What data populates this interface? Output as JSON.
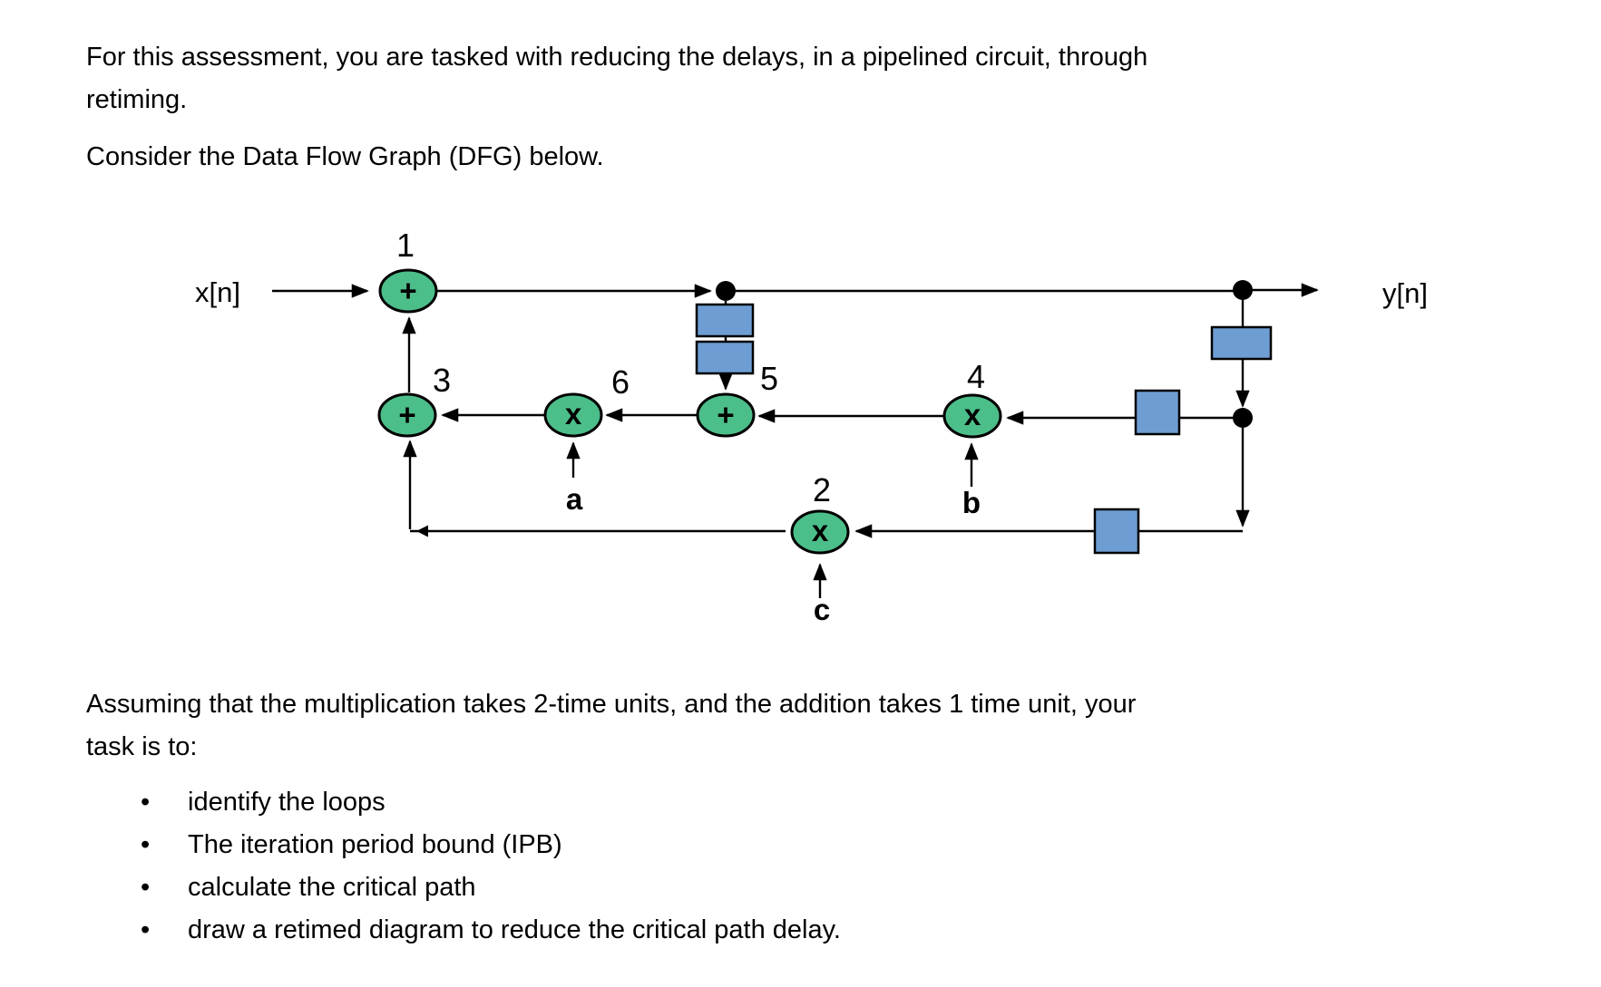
{
  "page": {
    "background": "#FFFFFF",
    "text_color": "#000000"
  },
  "intro": {
    "lines": [
      "For this assessment, you are tasked with reducing the delays, in a pipelined circuit, through",
      "retiming."
    ]
  },
  "consider_line": "Consider the Data Flow Graph (DFG) below.",
  "assumption": {
    "lines": [
      "Assuming that the multiplication takes 2-time units, and the addition takes 1 time unit, your",
      "task is to:"
    ]
  },
  "task_list": {
    "marker": "•",
    "items": [
      "identify the loops",
      "The iteration period bound (IPB)",
      "calculate the critical path",
      "draw a retimed diagram to reduce the critical path delay."
    ]
  },
  "diagram": {
    "input_label": "x[n]",
    "output_label": "y[n]",
    "nodes": {
      "n1": {
        "label": "1",
        "op": "+"
      },
      "n2": {
        "label": "2",
        "op": "x"
      },
      "n3": {
        "label": "3",
        "op": "+"
      },
      "n4": {
        "label": "4",
        "op": "x"
      },
      "n5": {
        "label": "5",
        "op": "+"
      },
      "n6": {
        "label": "6",
        "op": "x"
      }
    },
    "coefficients": {
      "a": "a",
      "b": "b",
      "c": "c"
    },
    "delay_register_count": 5,
    "colors": {
      "node_fill": "#4CBE8A",
      "node_stroke": "#000000",
      "delay_fill": "#6D9DD3",
      "delay_stroke": "#000000",
      "wire": "#000000"
    }
  }
}
